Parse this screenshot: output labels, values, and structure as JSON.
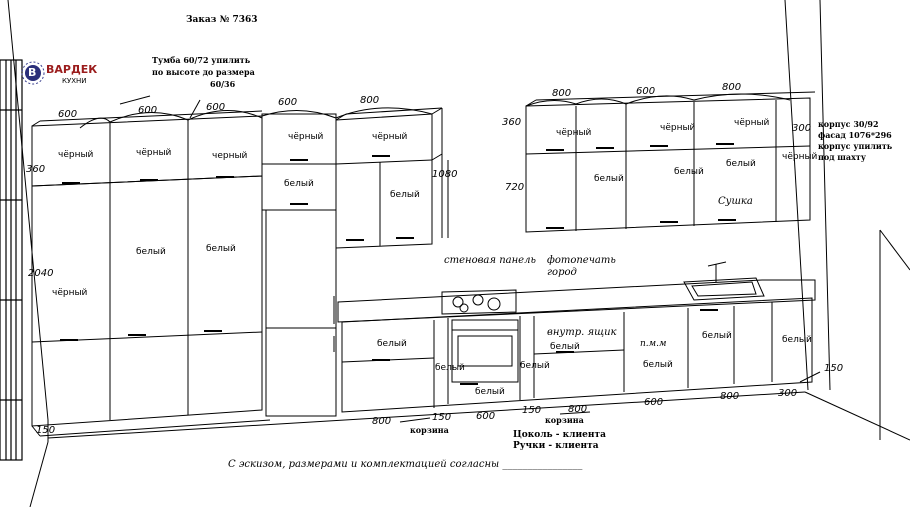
{
  "order": {
    "title": "Заказ № 7363"
  },
  "brand": {
    "letter": "В",
    "name": "ВАРДЕК",
    "sub": "КУХНИ"
  },
  "notes": {
    "tumba": "Тумба 60/72 упилить",
    "tumba2": "по высоте до размера",
    "tumba3": "60/36",
    "korpus1": "корпус 30/92",
    "korpus2": "фасад 1076*296",
    "korpus3": "корпус упилить",
    "korpus4": "под шахту",
    "wall_panel": "стеновая панель",
    "photo1": "фотопечать",
    "photo2": "город",
    "drawer": "внутр. ящик",
    "pmm": "п.м.м",
    "dryer": "Сушка",
    "basket": "корзина",
    "plinth": "Цоколь - клиента",
    "handles": "Ручки - клиента",
    "agreement": "С эскизом, размерами и комплектацией согласны ________________"
  },
  "colors": {
    "black": "чёрный",
    "black_alt": "черный",
    "white": "белый"
  },
  "dims": {
    "d600": "600",
    "d800": "800",
    "d150": "150",
    "d300": "300",
    "d360": "360",
    "d720": "720",
    "d1080": "1080",
    "d2040": "2040"
  }
}
